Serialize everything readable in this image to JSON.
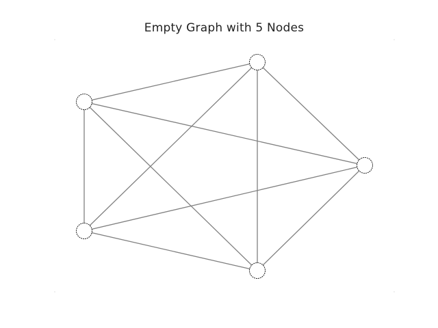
{
  "title": "Empty Graph with 5 Nodes",
  "graph": {
    "nodes": [
      {
        "id": "0"
      },
      {
        "id": "1"
      },
      {
        "id": "2"
      },
      {
        "id": "3"
      },
      {
        "id": "4"
      }
    ],
    "edges": [
      [
        "0",
        "1"
      ],
      [
        "0",
        "2"
      ],
      [
        "0",
        "3"
      ],
      [
        "0",
        "4"
      ],
      [
        "1",
        "2"
      ],
      [
        "1",
        "3"
      ],
      [
        "1",
        "4"
      ],
      [
        "2",
        "3"
      ],
      [
        "2",
        "4"
      ],
      [
        "3",
        "4"
      ]
    ],
    "node_fill": "#ffffff",
    "node_outline": "#222222",
    "edge_color": "#808080"
  }
}
